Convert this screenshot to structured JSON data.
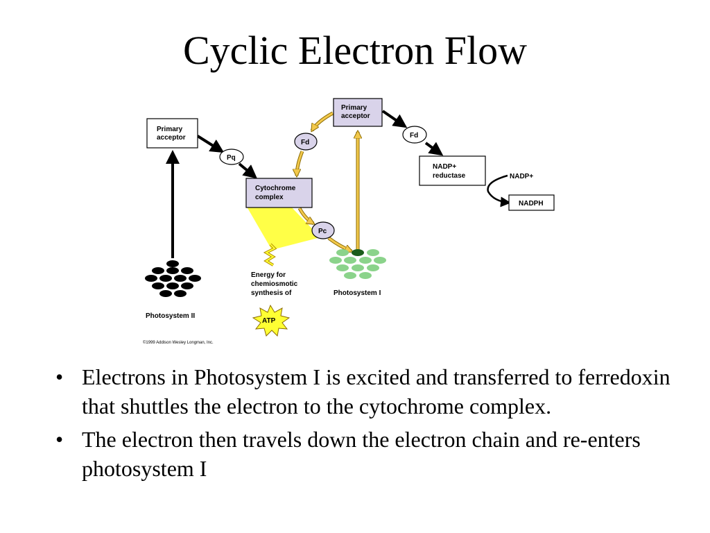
{
  "slide": {
    "title": "Cyclic Electron Flow",
    "bullets": [
      "Electrons in Photosystem I is excited and transferred to ferredoxin that shuttles the electron to the cytochrome complex.",
      "The electron then travels down the electron chain and re-enters photosystem I"
    ]
  },
  "diagram": {
    "ps2_acceptor": [
      "Primary",
      "acceptor"
    ],
    "ps1_acceptor": [
      "Primary",
      "acceptor"
    ],
    "pq": "Pq",
    "fd_cyclic": "Fd",
    "fd_linear": "Fd",
    "cytochrome": [
      "Cytochrome",
      "complex"
    ],
    "pc": "Pc",
    "nadp_reductase": [
      "NADP+",
      "reductase"
    ],
    "nadp_plus": "NADP+",
    "nadph": "NADPH",
    "energy": [
      "Energy for",
      "chemiosmotic",
      "synthesis of"
    ],
    "atp": "ATP",
    "photosystem_2": "Photosystem II",
    "photosystem_1": "Photosystem I",
    "copyright": "©1999 Addison Wesley Longman, Inc.",
    "colors": {
      "box_fill": "#d9d3ea",
      "cyclic_arrow": "#f2c84b",
      "ps1_green": "#8bd38b",
      "ps2_black": "#000000",
      "energy_yellow": "#ffff33"
    }
  }
}
